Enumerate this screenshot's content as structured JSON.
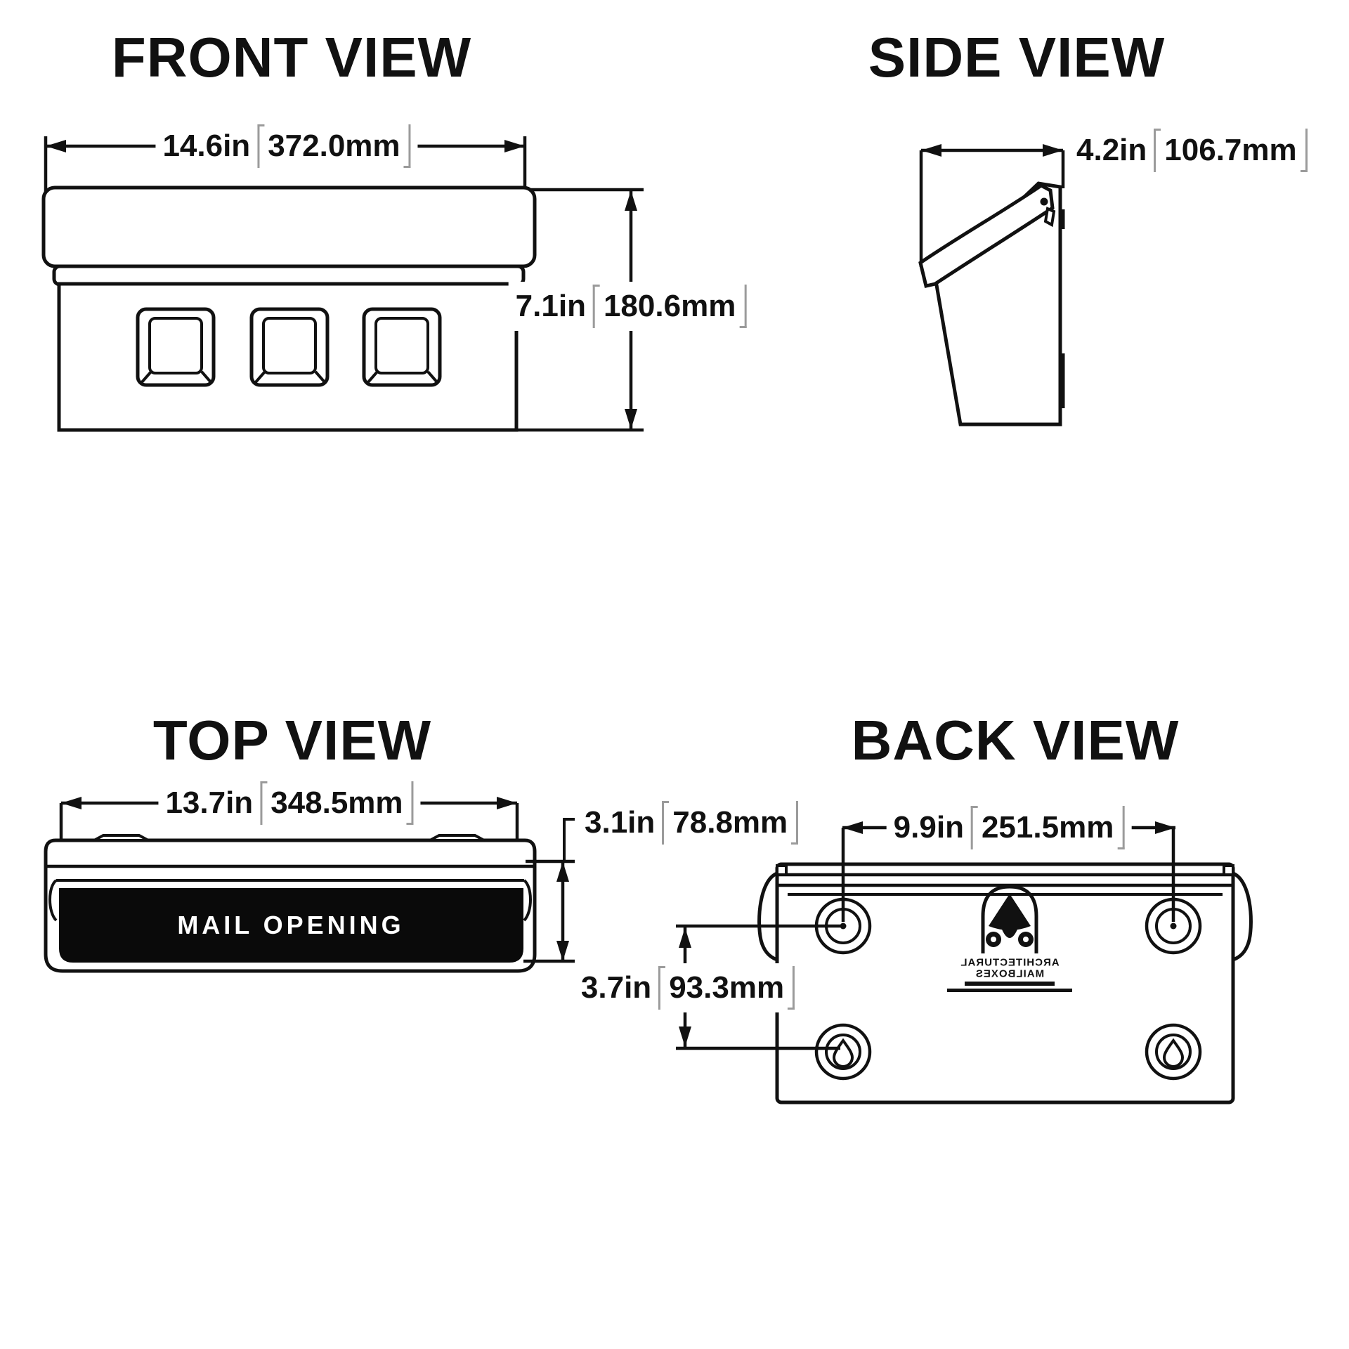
{
  "views": {
    "front": {
      "title": "FRONT VIEW",
      "width_in": "14.6in",
      "width_mm": "372.0mm",
      "height_in": "7.1in",
      "height_mm": "180.6mm"
    },
    "side": {
      "title": "SIDE VIEW",
      "depth_in": "4.2in",
      "depth_mm": "106.7mm"
    },
    "top": {
      "title": "TOP VIEW",
      "width_in": "13.7in",
      "width_mm": "348.5mm",
      "lid_depth_in": "3.1in",
      "lid_depth_mm": "78.8mm",
      "mail_opening_label": "MAIL OPENING"
    },
    "back": {
      "title": "BACK VIEW",
      "hole_spacing_h_in": "9.9in",
      "hole_spacing_h_mm": "251.5mm",
      "hole_spacing_v_in": "3.7in",
      "hole_spacing_v_mm": "93.3mm",
      "logo_line1": "ARCHITECTURAL",
      "logo_line2": "MAILBOXES"
    }
  },
  "colors": {
    "ink": "#111111",
    "bracket": "#9b9b9b",
    "mail_band": "#0a0a0a",
    "background": "#ffffff"
  }
}
